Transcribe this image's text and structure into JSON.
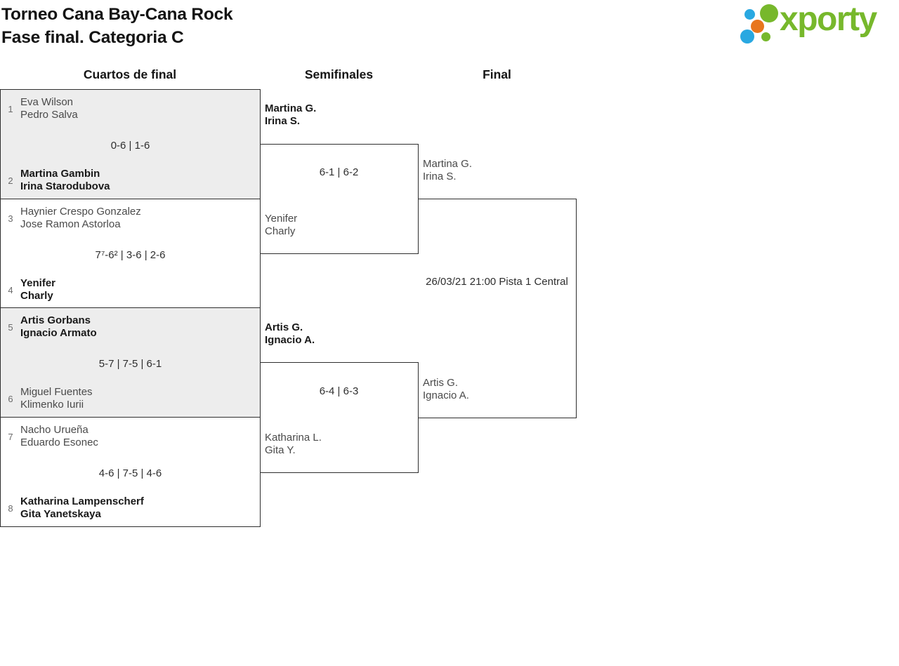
{
  "header": {
    "title_line1": "Torneo Cana Bay-Cana Rock",
    "title_line2": "Fase final. Categoria C"
  },
  "logo": {
    "wordmark": "xporty",
    "green": "#77b82c",
    "blue": "#29a8e1",
    "orange": "#e8761d"
  },
  "round_headers": {
    "quarterfinals": "Cuartos de final",
    "semifinals": "Semifinales",
    "final": "Final"
  },
  "quarterfinals": [
    {
      "top": {
        "seed": "1",
        "player1": "Eva Wilson",
        "player2": "Pedro Salva",
        "winner": false
      },
      "score": "0-6 | 1-6",
      "bottom": {
        "seed": "2",
        "player1": "Martina Gambin",
        "player2": "Irina Starodubova",
        "winner": true
      }
    },
    {
      "top": {
        "seed": "3",
        "player1": "Haynier Crespo Gonzalez",
        "player2": "Jose Ramon Astorloa",
        "winner": false
      },
      "score": "7⁷-6² | 3-6 | 2-6",
      "bottom": {
        "seed": "4",
        "player1": "Yenifer",
        "player2": "Charly",
        "winner": true
      }
    },
    {
      "top": {
        "seed": "5",
        "player1": "Artis Gorbans",
        "player2": "Ignacio Armato",
        "winner": true
      },
      "score": "5-7 | 7-5 | 6-1",
      "bottom": {
        "seed": "6",
        "player1": "Miguel Fuentes",
        "player2": "Klimenko Iurii",
        "winner": false
      }
    },
    {
      "top": {
        "seed": "7",
        "player1": "Nacho Urueña",
        "player2": "Eduardo Esonec",
        "winner": false
      },
      "score": "4-6 | 7-5 | 4-6",
      "bottom": {
        "seed": "8",
        "player1": "Katharina Lampenscherf",
        "player2": "Gita Yanetskaya",
        "winner": true
      }
    }
  ],
  "semifinals": [
    {
      "top": {
        "player1": "Martina G.",
        "player2": "Irina S.",
        "winner": true
      },
      "score": "6-1 | 6-2",
      "bottom": {
        "player1": "Yenifer",
        "player2": "Charly",
        "winner": false
      }
    },
    {
      "top": {
        "player1": "Artis G.",
        "player2": "Ignacio A.",
        "winner": true
      },
      "score": "6-4 | 6-3",
      "bottom": {
        "player1": "Katharina L.",
        "player2": "Gita Y.",
        "winner": false
      }
    }
  ],
  "final": {
    "top": {
      "player1": "Martina G.",
      "player2": "Irina S.",
      "winner": false
    },
    "schedule": "26/03/21 21:00 Pista 1 Central",
    "bottom": {
      "player1": "Artis G.",
      "player2": "Ignacio A.",
      "winner": false
    }
  }
}
